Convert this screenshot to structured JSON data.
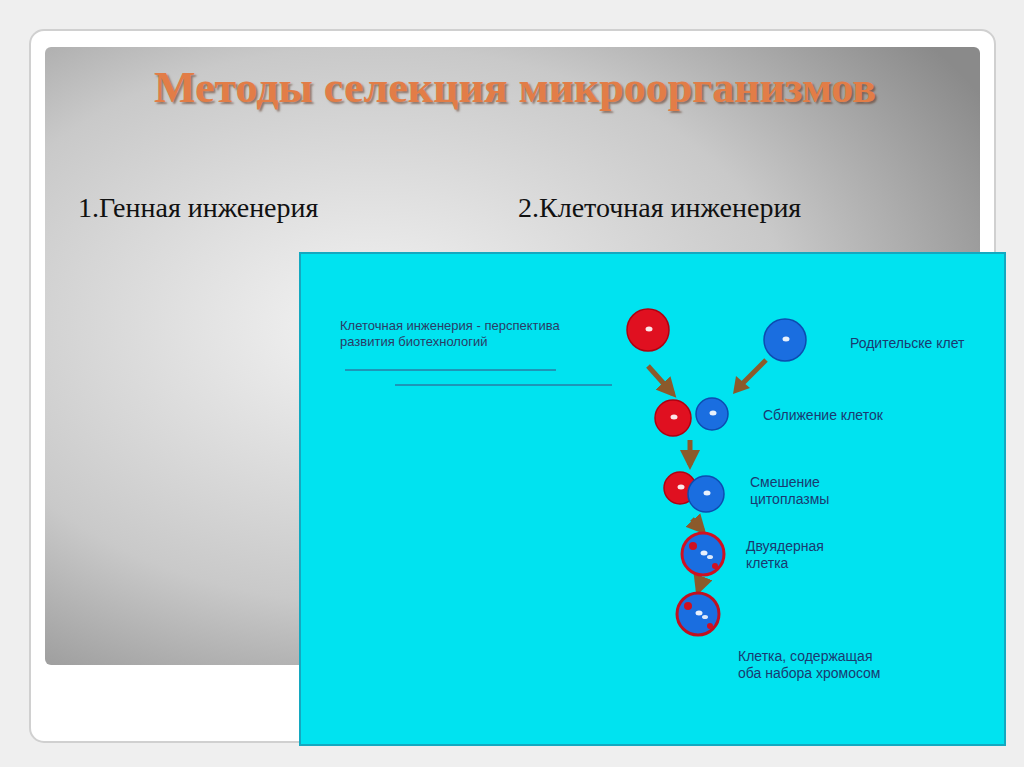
{
  "diagram": {
    "title": "Методы селекция микроорганизмов",
    "nodes": [
      {
        "text": [
          "Родительске клет"
        ]
      },
      {
        "text": [
          "Сближение клеток"
        ]
      },
      {
        "text": [
          "Смешение цитоплазмы"
        ]
      },
      {
        "text": [
          "Двуядерная клетка"
        ]
      },
      {
        "text": [
          "Клетка, содержащая оба набора хромосом"
        ]
      }
    ],
    "edges": [
      {
        "from": 0,
        "to": 1,
        "arrow": "to"
      },
      {
        "from": 1,
        "to": 2,
        "arrow": "to"
      },
      {
        "from": 2,
        "to": 3,
        "arrow": "to"
      },
      {
        "from": 3,
        "to": 4,
        "arrow": "to"
      }
    ],
    "labels": [
      "1.Генная инженерия",
      "2.Клеточная инженерия",
      "Клеточная инженерия - перспектива развития биотехнологий"
    ]
  }
}
